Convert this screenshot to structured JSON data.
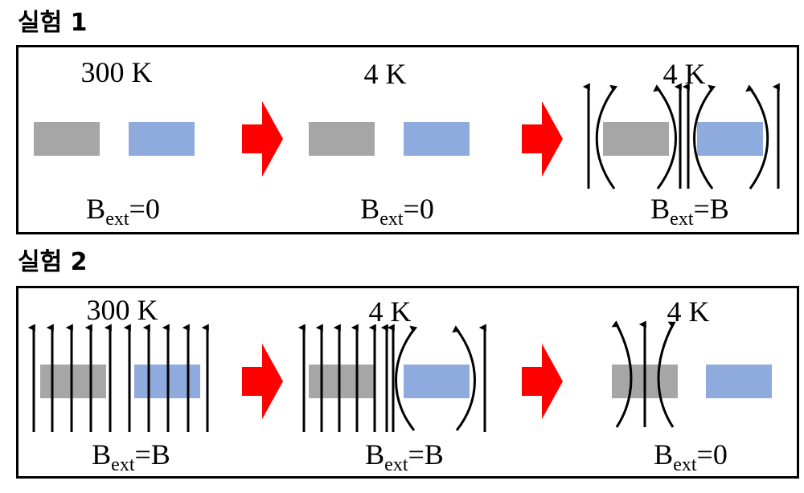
{
  "experiment1": {
    "title": "실험 1",
    "stages": [
      {
        "temperature": "300 K",
        "field_main": "B",
        "field_sub": "ext",
        "field_value": "=0"
      },
      {
        "temperature": "4 K",
        "field_main": "B",
        "field_sub": "ext",
        "field_value": "=0"
      },
      {
        "temperature": "4 K",
        "field_main": "B",
        "field_sub": "ext",
        "field_value": "=B"
      }
    ]
  },
  "experiment2": {
    "title": "실험 2",
    "stages": [
      {
        "temperature": "300 K",
        "field_main": "B",
        "field_sub": "ext",
        "field_value": "=B"
      },
      {
        "temperature": "4 K",
        "field_main": "B",
        "field_sub": "ext",
        "field_value": "=B"
      },
      {
        "temperature": "4 K",
        "field_main": "B",
        "field_sub": "ext",
        "field_value": "=0"
      }
    ]
  },
  "colors": {
    "gray_sample": "#a6a6a6",
    "blue_sample": "#8faadc",
    "arrow": "#ff0000",
    "field_line": "#000000"
  }
}
